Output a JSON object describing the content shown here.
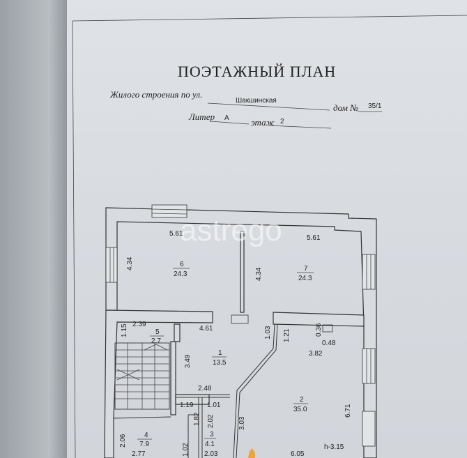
{
  "document": {
    "title": "ПОЭТАЖНЫЙ ПЛАН",
    "street_label": "Жилого строения по ул.",
    "street_value": "Шакшинская",
    "house_label": "дом №",
    "house_value": "35/1",
    "liter_label": "Литер",
    "liter_value": "А",
    "floor_label": "этаж",
    "floor_value": "2"
  },
  "watermark": "astrego",
  "rooms": [
    {
      "number": "6",
      "area": "24.3"
    },
    {
      "number": "7",
      "area": "24.3"
    },
    {
      "number": "5",
      "area": "2.7"
    },
    {
      "number": "1",
      "area": "13.5"
    },
    {
      "number": "2",
      "area": "35.0"
    },
    {
      "number": "4",
      "area": "7.9"
    },
    {
      "number": "3",
      "area": "4.1"
    }
  ],
  "dimensions": {
    "d561a": "5.61",
    "d561b": "5.61",
    "d434a": "4.34",
    "d434b": "4.34",
    "d115": "1.15",
    "d239": "2.39",
    "d461": "4.61",
    "d103": "1.03",
    "d121": "1.21",
    "d036": "0.36",
    "d048": "0.48",
    "d382": "3.82",
    "d349": "3.49",
    "d248": "2.48",
    "d119": "1.19",
    "d101": "1.01",
    "d182": "1.82",
    "d202": "2.02",
    "d303": "3.03",
    "d671": "6.71",
    "d206": "2.06",
    "d277": "2.77",
    "d102": "1.02",
    "d203": "2.03",
    "d605": "6.05",
    "h": "h-3.15"
  }
}
